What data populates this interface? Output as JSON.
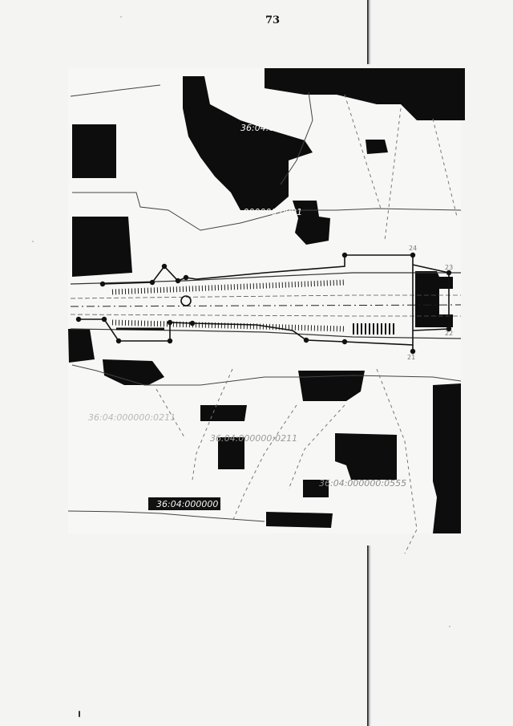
{
  "page": {
    "number": "73"
  },
  "map": {
    "parcel_labels": [
      "36:04:000000",
      "36:04:000000:0991",
      "36:04:000000:0211",
      "36:04:000000:0211",
      "36:04:000000",
      "36:04:000000:0555"
    ],
    "point_labels": [
      "24",
      "23",
      "22",
      "21"
    ]
  },
  "colors": {
    "ink": "#0d0d0d",
    "paper": "#f4f4f2",
    "line": "#333333",
    "faint": "#9a9a9a"
  }
}
